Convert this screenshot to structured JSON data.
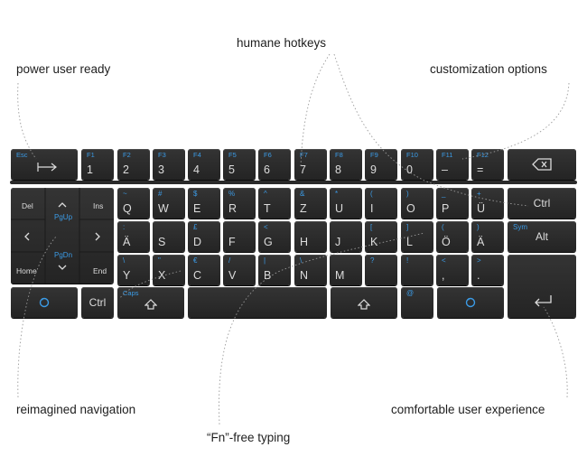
{
  "annotations": {
    "humane_hotkeys": "humane hotkeys",
    "power_user_ready": "power user ready",
    "customization_options": "customization options",
    "reimagined_navigation": "reimagined navigation",
    "fn_free_typing": "“Fn”-free typing",
    "comfortable_user_experience": "comfortable user experience"
  },
  "colors": {
    "key_background": "#2c2c2c",
    "key_label": "#dcdcdc",
    "secondary_label": "#3b9be6",
    "leader_line": "#9a9a9a"
  },
  "row1": [
    {
      "fn": "Esc",
      "icon": "tab-arrow-icon"
    },
    {
      "fn": "F1",
      "main": "1"
    },
    {
      "fn": "F2",
      "main": "2"
    },
    {
      "fn": "F3",
      "main": "3"
    },
    {
      "fn": "F4",
      "main": "4"
    },
    {
      "fn": "F5",
      "main": "5"
    },
    {
      "fn": "F6",
      "main": "6"
    },
    {
      "fn": "F7",
      "main": "7"
    },
    {
      "fn": "F8",
      "main": "8"
    },
    {
      "fn": "F9",
      "main": "9"
    },
    {
      "fn": "F10",
      "main": "0"
    },
    {
      "fn": "F11",
      "main": "–"
    },
    {
      "fn": "F12",
      "main": "="
    },
    {
      "icon": "backspace-icon"
    }
  ],
  "nav": {
    "del": "Del",
    "ins": "Ins",
    "home": "Home",
    "end": "End",
    "pgup": "PgUp",
    "pgdn": "PgDn"
  },
  "row2": [
    {
      "sec": "~",
      "main": "Q"
    },
    {
      "sec": "#",
      "main": "W"
    },
    {
      "sec": "$",
      "main": "E"
    },
    {
      "sec": "%",
      "main": "R"
    },
    {
      "sec": "^",
      "main": "T"
    },
    {
      "sec": "&",
      "main": "Z"
    },
    {
      "sec": "*",
      "main": "U"
    },
    {
      "sec": "(",
      "main": "I"
    },
    {
      "sec": ")",
      "main": "O"
    },
    {
      "sec": "_",
      "main": "P"
    },
    {
      "sec": "+",
      "main": "Ü"
    }
  ],
  "row2_end": "Ctrl",
  "row3": [
    {
      "sec": ":",
      "main": "Ä"
    },
    {
      "sec": "",
      "main": "S"
    },
    {
      "sec": "£",
      "main": "D"
    },
    {
      "sec": "",
      "main": "F"
    },
    {
      "sec": "<",
      "main": "G"
    },
    {
      "sec": "",
      "main": "H"
    },
    {
      "sec": "",
      "main": "J"
    },
    {
      "sec": "[",
      "main": "K"
    },
    {
      "sec": "]",
      "main": "L"
    },
    {
      "sec": "(",
      "main": "Ö"
    },
    {
      "sec": ")",
      "main": "Ä"
    }
  ],
  "row3_end": {
    "sec": "Sym",
    "main": "Alt"
  },
  "row4": [
    {
      "sec": "\\",
      "main": "Y"
    },
    {
      "sec": "\"",
      "main": "X"
    },
    {
      "sec": "€",
      "main": "C"
    },
    {
      "sec": "/",
      "main": "V"
    },
    {
      "sec": "|",
      "main": "B"
    },
    {
      "sec": "\\",
      "main": "N"
    },
    {
      "sec": "",
      "main": "M"
    },
    {
      "sec": "?",
      "main": ""
    },
    {
      "sec": "!",
      "main": ""
    },
    {
      "sec": "<",
      "main": ","
    },
    {
      "sec": ">",
      "main": "."
    }
  ],
  "row5": {
    "ctrl": "Ctrl",
    "caps": "Caps",
    "at": "@"
  }
}
